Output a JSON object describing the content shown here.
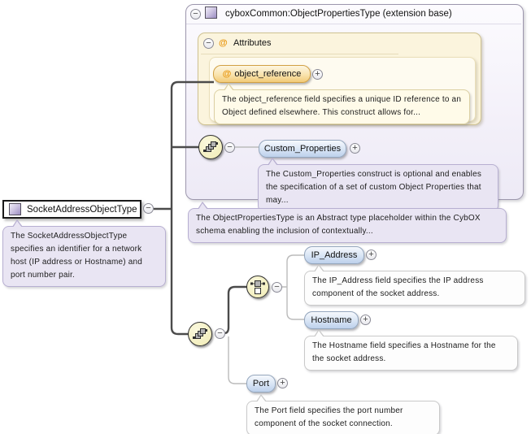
{
  "glyphs": {
    "minus": "−",
    "plus": "+",
    "at": "@"
  },
  "colors": {
    "element_pill": "#bdd1ec",
    "attribute_pill": "#f2cb78",
    "group_circle": "#f1ecb4",
    "note_lavender": "#e9e5f3",
    "note_cream": "#fffbe9",
    "note_white": "#fdfdfd",
    "box_lavender": "#f3f0f9",
    "attributes_box": "#fbf4dd",
    "at_symbol": "#e8950c"
  },
  "extension_box": {
    "title": "cyboxCommon:ObjectPropertiesType (extension base)",
    "description": "The ObjectPropertiesType is an Abstract type placeholder within the CybOX schema enabling the inclusion of contextually...",
    "attributes": {
      "header": "Attributes",
      "object_reference": {
        "name": "object_reference",
        "description": "The object_reference field specifies a unique ID reference to an Object defined elsewhere. This construct allows for..."
      }
    },
    "custom_properties": {
      "name": "Custom_Properties",
      "description": "The Custom_Properties construct is optional and enables the specification of a set of custom Object Properties that may..."
    }
  },
  "root_type": {
    "name": "SocketAddressObjectType",
    "description": "The SocketAddressObjectType specifies an identifier for a network host (IP address or Hostname) and port number pair."
  },
  "elements": {
    "ip_address": {
      "name": "IP_Address",
      "description": "The IP_Address field specifies the IP address component of the socket address."
    },
    "hostname": {
      "name": "Hostname",
      "description": "The Hostname field specifies a Hostname for the the socket address."
    },
    "port": {
      "name": "Port",
      "description": "The Port field specifies the port number component of the socket connection."
    }
  }
}
